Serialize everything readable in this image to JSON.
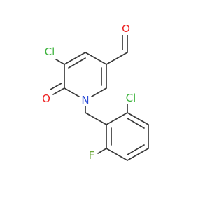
{
  "molecule": {
    "atoms": {
      "cl_top": {
        "symbol": "Cl",
        "color": "#3fb43f"
      },
      "o_ald": {
        "symbol": "O",
        "color": "#ee2222"
      },
      "o_keto": {
        "symbol": "O",
        "color": "#ee2222"
      },
      "n_ring": {
        "symbol": "N",
        "color": "#2a4bd7"
      },
      "cl_benzyl": {
        "symbol": "Cl",
        "color": "#3fb43f"
      },
      "f_benzyl": {
        "symbol": "F",
        "color": "#6ca83a"
      }
    },
    "bond_color": "#3a3a3a"
  }
}
